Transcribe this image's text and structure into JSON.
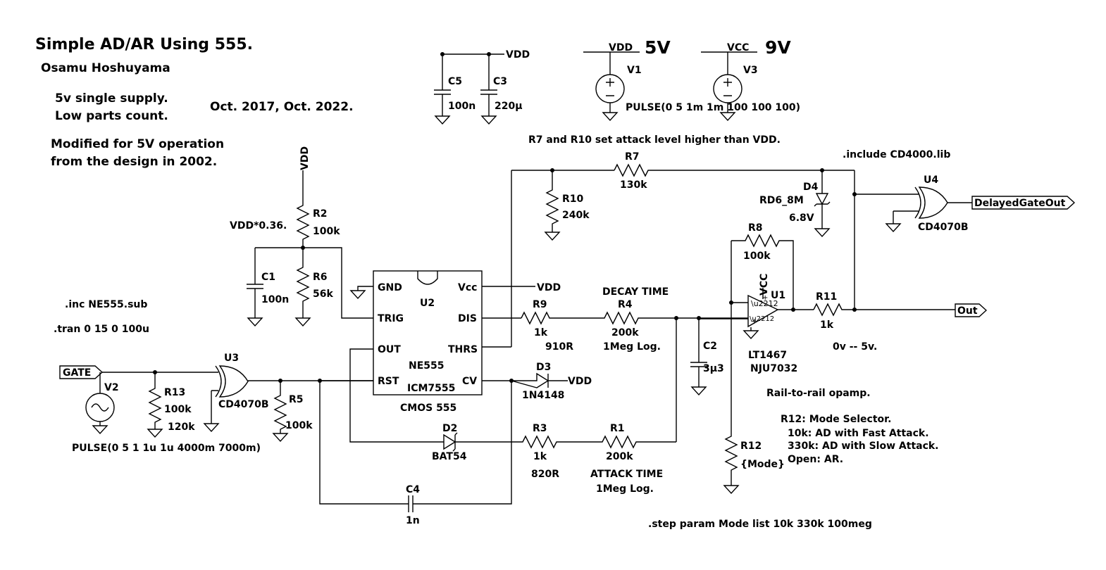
{
  "header": {
    "title": "Simple AD/AR Using 555.",
    "author": "Osamu Hoshuyama",
    "note1": "5v single supply.",
    "note2": "Low parts count.",
    "dates": "Oct. 2017, Oct. 2022.",
    "mod1": "Modified for 5V operation",
    "mod2": " from the design in 2002."
  },
  "directives": {
    "inc": ".inc NE555.sub",
    "tran": ".tran 0 15 0 100u",
    "include": ".include CD4000.lib",
    "step": ".step param Mode list 10k 330k 100meg"
  },
  "supply": {
    "vdd_net": "VDD",
    "vcc_net": "VCC",
    "v5": "5V",
    "v9": "9V",
    "v1": "V1",
    "v3": "V3",
    "pulse": "PULSE(0 5 1m 1m 100 100 100)",
    "c5": "C5",
    "c5v": "100n",
    "c3": "C3",
    "c3v": "220μ",
    "note": "R7 and R10 set attack level higher than VDD."
  },
  "parts": {
    "r2": "R2",
    "r2v": "100k",
    "r6": "R6",
    "r6v": "56k",
    "c1": "C1",
    "c1v": "100n",
    "vddfrac": "VDD*0.36.",
    "vdd": "VDD",
    "r10": "R10",
    "r10v": "240k",
    "r7": "R7",
    "r7v": "130k",
    "d4": "D4",
    "d4v": "RD6_8M",
    "d4z": "6.8V",
    "u4": "U4",
    "u4v": "CD4070B",
    "delayed": "DelayedGateOut",
    "r8": "R8",
    "r8v": "100k",
    "u1": "U1",
    "u1a": "LT1467",
    "u1b": "NJU7032",
    "vcc": "VCC",
    "r11": "R11",
    "r11v": "1k",
    "range": "0v -- 5v.",
    "out": "Out",
    "rail": "Rail-to-rail opamp.",
    "r12": "R12",
    "r12v": "{Mode}",
    "mode1": "R12: Mode Selector.",
    "mode2": "10k: AD with Fast Attack.",
    "mode3": "330k: AD with Slow Attack.",
    "mode4": "Open: AR.",
    "decay": "DECAY TIME",
    "r9": "R9",
    "r9a": "1k",
    "r9b": "910R",
    "r4": "R4",
    "r4a": "200k",
    "r4b": "1Meg Log.",
    "c2": "C2",
    "c2v": "3μ3",
    "d3": "D3",
    "d3v": "1N4148",
    "d2": "D2",
    "d2v": "BAT54",
    "r3": "R3",
    "r3a": "1k",
    "r3b": "820R",
    "r1": "R1",
    "r1a": "200k",
    "attack": "ATTACK TIME",
    "r1b": "1Meg Log.",
    "c4": "C4",
    "c4v": "1n",
    "gate": "GATE",
    "v2": "V2",
    "r13": "R13",
    "r13a": "100k",
    "r13b": "120k",
    "u3": "U3",
    "u3v": "CD4070B",
    "r5": "R5",
    "r5v": "100k",
    "pulse2": "PULSE(0 5 1 1u 1u 4000m 7000m)"
  },
  "ic555": {
    "gnd": "GND",
    "vcc": "Vcc",
    "u2": "U2",
    "trig": "TRIG",
    "dis": "DIS",
    "out": "OUT",
    "thrs": "THRS",
    "name": "NE555",
    "rst": "RST",
    "cv": "CV",
    "alt": "ICM7555",
    "cmos": "CMOS 555"
  }
}
